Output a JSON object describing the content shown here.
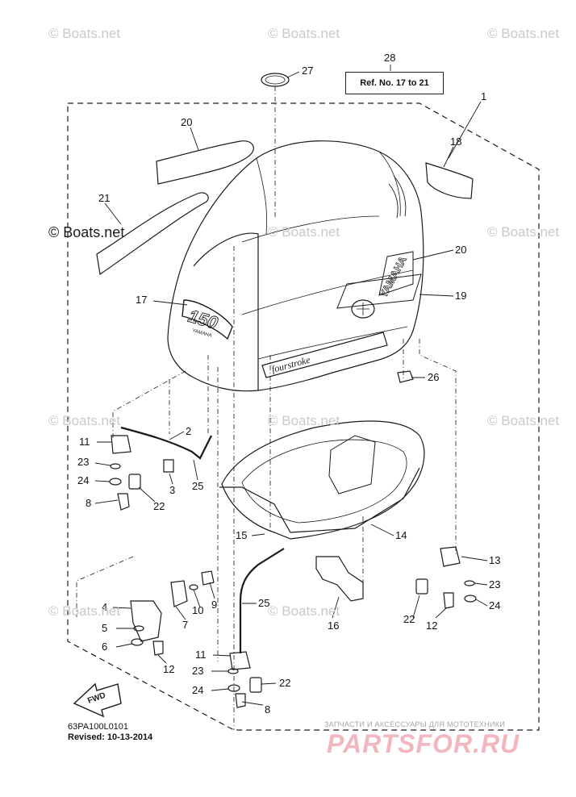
{
  "watermarks": [
    "© Boats.net",
    "© Boats.net",
    "© Boats.net",
    "© Boats.net",
    "© Boats.net",
    "© Boats.net",
    "© Boats.net",
    "© Boats.net",
    "© Boats.net",
    "© Boats.net",
    "© Boats.net"
  ],
  "ref_box": "Ref. No. 17 to 21",
  "cowling_decals": {
    "model": "150",
    "brand": "YAMAHA",
    "stroke": "fourstroke",
    "emblem": "YAMAHA"
  },
  "fwd_label": "FWD",
  "drawing_code": "63PA100L0101",
  "revised": "Revised: 10-13-2014",
  "shop_tagline": "ЗАПЧАСТИ И АКСЕССУАРЫ ДЛЯ МОТОТЕХНИКИ",
  "shop_logo": "PARTSFOR.RU",
  "callouts": {
    "c1": "1",
    "c2": "2",
    "c3": "3",
    "c4": "4",
    "c5": "5",
    "c6": "6",
    "c7": "7",
    "c8a": "8",
    "c8b": "8",
    "c9": "9",
    "c10": "10",
    "c11a": "11",
    "c11b": "11",
    "c12a": "12",
    "c12b": "12",
    "c13": "13",
    "c14": "14",
    "c15": "15",
    "c16": "16",
    "c17": "17",
    "c18": "18",
    "c19": "19",
    "c20a": "20",
    "c20b": "20",
    "c21": "21",
    "c22a": "22",
    "c22b": "22",
    "c22c": "22",
    "c23a": "23",
    "c23b": "23",
    "c23c": "23",
    "c24a": "24",
    "c24b": "24",
    "c24c": "24",
    "c25a": "25",
    "c25b": "25",
    "c26": "26",
    "c27": "27",
    "c28": "28"
  },
  "colors": {
    "line": "#1a1a1a",
    "watermark": "#c9c9c9",
    "shop_logo": "#f2b7bd"
  }
}
